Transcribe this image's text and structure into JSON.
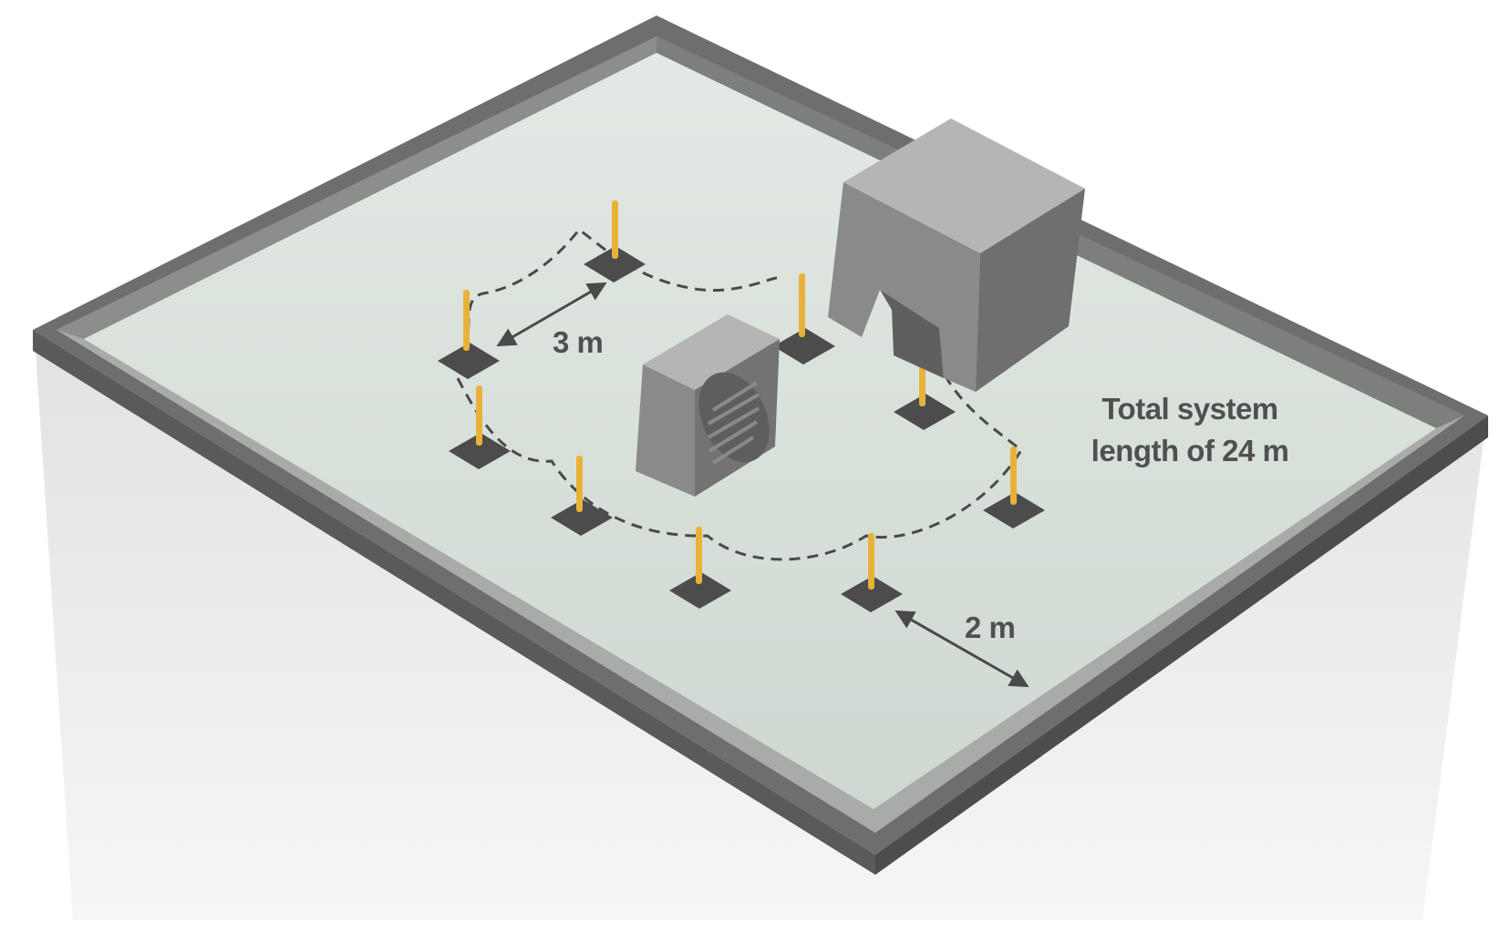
{
  "labels": {
    "anchor_spacing": "3 m",
    "edge_distance": "2 m",
    "total_line1": "Total system",
    "total_line2": "length of 24 m"
  },
  "colors": {
    "wall_outer": "#6b6b6b",
    "wall_side": "#4e4e4e",
    "wall_inner_rim": "#a9aba8",
    "roof_surface": "#d9e2dc",
    "building_face": "#e8e8e8",
    "post": "#e8b23a",
    "base_plate": "#4c4c4c",
    "lifeline": "#4a4a4a",
    "dimension_arrow": "#4a4a4a",
    "structure_top": "#b5b5b5",
    "structure_left": "#8a8a8a",
    "structure_right": "#6f6f6f"
  },
  "components": {
    "post_icon": "yellow-anchor-post",
    "lifeline_icon": "dashed-cable",
    "hvac_icon": "ac-unit-with-fan-grille",
    "access_icon": "roof-access-hatch"
  }
}
